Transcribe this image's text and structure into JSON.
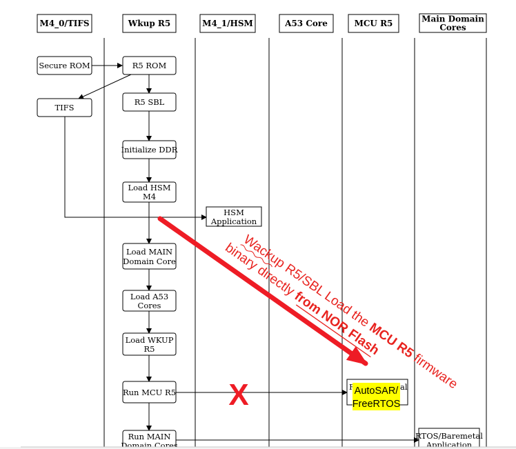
{
  "lanes": [
    {
      "label": "M4_0/TIFS"
    },
    {
      "label": "Wkup R5"
    },
    {
      "label": "M4_1/HSM"
    },
    {
      "label": "A53 Core"
    },
    {
      "label": "MCU R5"
    },
    {
      "label": "Main Domain",
      "label2": "Cores"
    }
  ],
  "nodes": {
    "secure_rom": "Secure ROM",
    "r5_rom": "R5 ROM",
    "tifs": "TIFS",
    "r5_sbl": "R5 SBL",
    "init_ddr": "Initialize DDR",
    "load_hsm": {
      "line1": "Load HSM",
      "line2": "M4"
    },
    "hsm_app": {
      "line1": "HSM",
      "line2": "Application"
    },
    "load_main": {
      "line1": "Load MAIN",
      "line2": "Domain Core"
    },
    "load_a53": {
      "line1": "Load A53",
      "line2": "Cores"
    },
    "load_wkup": {
      "line1": "Load WKUP",
      "line2": "R5"
    },
    "run_mcu": "Run MCU R5",
    "mcu_app": {
      "left_fragment": "R",
      "right_fragment": "al"
    },
    "run_main": {
      "line1": "Run MAIN",
      "line2": "Domain Cores"
    },
    "rtos_app": {
      "line1": "RTOS/Baremetal",
      "line2": "Application"
    }
  },
  "annotation": {
    "line1_part1": "Wackup R5/SBL Load the ",
    "line1_bold": "MCU R5",
    "line1_part2": " firmware",
    "line2_part1": "binary directly ",
    "line2_bold": "from NOR Flash",
    "highlight_line1": "AutoSAR/",
    "highlight_line2": "FreeRTOS",
    "cross_mark": "X"
  },
  "colors": {
    "annotation_red": "#e8231f",
    "highlight_yellow": "#ffff00",
    "cross_red": "#ee1c25"
  }
}
